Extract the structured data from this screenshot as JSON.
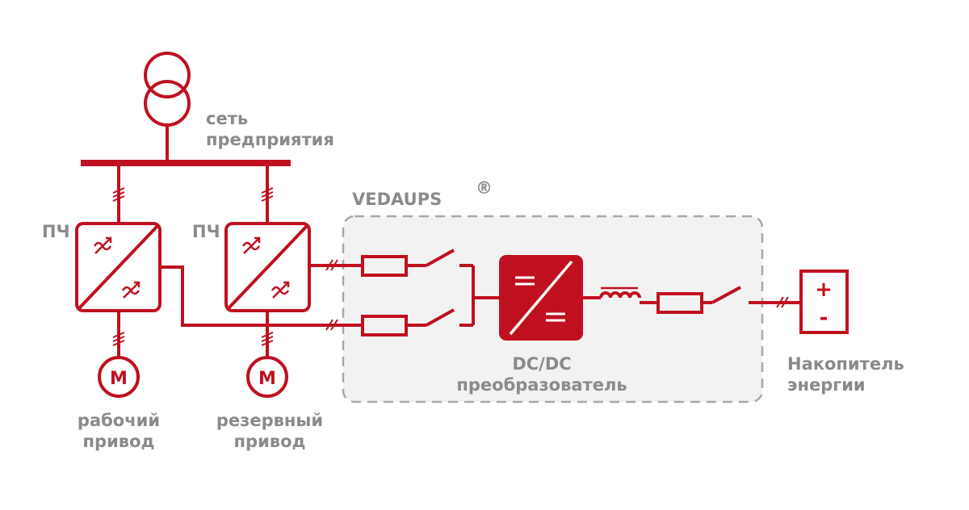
{
  "colors": {
    "accent": "#c0101f",
    "label": "#8a8a8a",
    "box_fill": "#f2f2f2",
    "box_border": "#a8a8a8"
  },
  "labels": {
    "grid_line1": "сеть",
    "grid_line2": "предприятия",
    "vfd": "ПЧ",
    "motor": "M",
    "work_drive_line1": "рабочий",
    "work_drive_line2": "привод",
    "reserve_drive_line1": "резервный",
    "reserve_drive_line2": "привод",
    "ups_title": "VEDAUPS",
    "ups_trademark": "®",
    "converter_line1": "DC/DC",
    "converter_line2": "преобразователь",
    "storage_line1": "Накопитель",
    "storage_line2": "энергии",
    "storage_plus": "+",
    "storage_minus": "-"
  }
}
